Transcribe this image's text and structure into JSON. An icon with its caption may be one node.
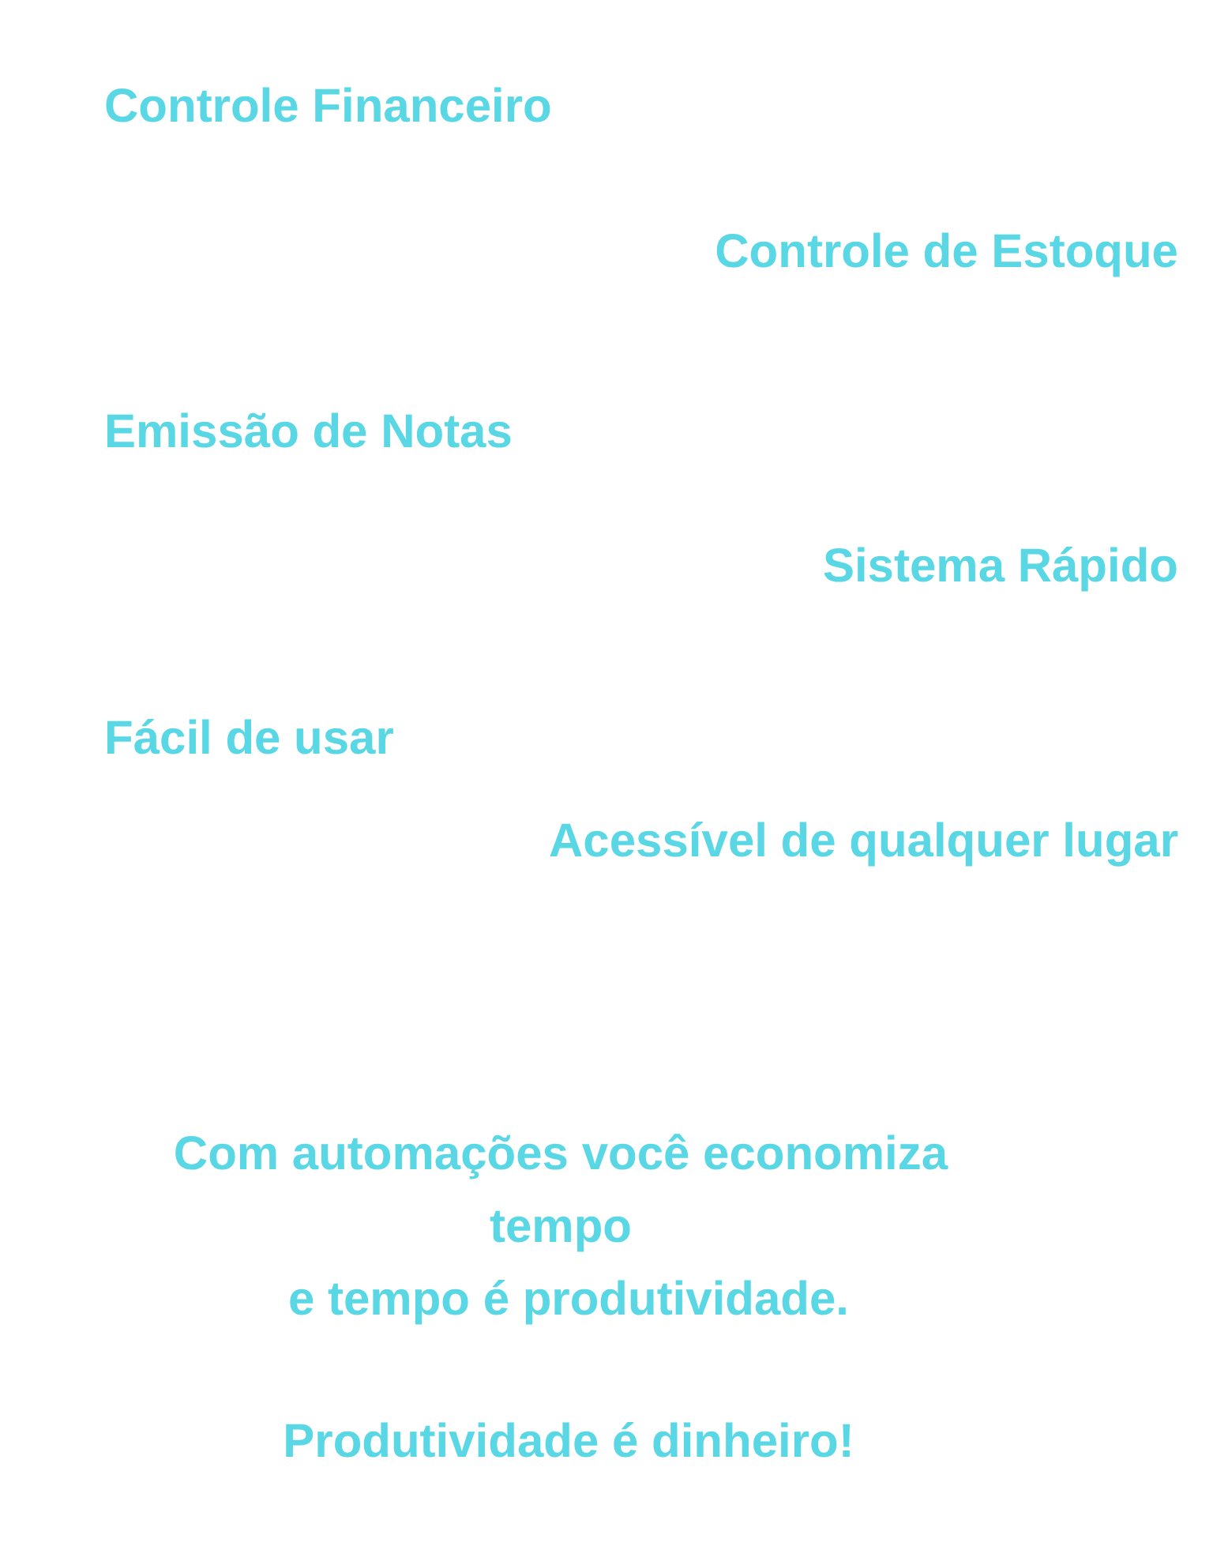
{
  "diagram": {
    "labels": [
      "Controle Financeiro",
      "Controle de Estoque",
      "Emissão de Notas",
      "Sistema Rápido",
      "Fácil de usar",
      "Acessível de qualquer lugar",
      "Com automações você economiza tempo",
      "e tempo é produtividade.",
      "Produtividade é dinheiro!"
    ]
  }
}
